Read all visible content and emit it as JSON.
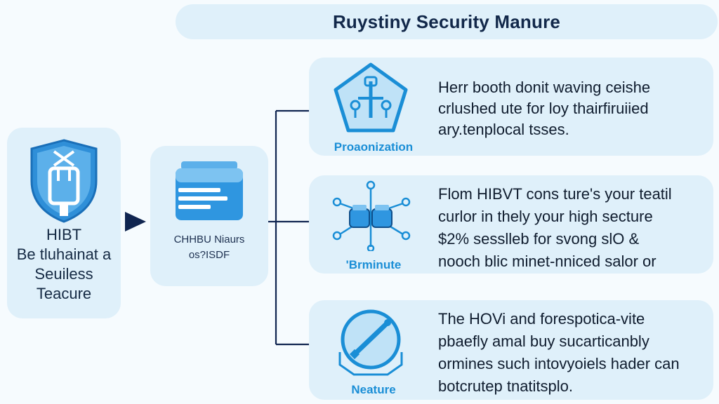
{
  "title": "Ruystiny Security Manure",
  "left_card": {
    "lines": [
      "HIBT",
      "Be tluhainat a",
      "Seuiless",
      "Teacure"
    ]
  },
  "mid_card": {
    "lines": [
      "CHHBU Niaurs",
      "os?ISDF"
    ]
  },
  "cards": [
    {
      "icon_name": "pentagon-tools-icon",
      "label": "Proaonization",
      "lines": [
        "Herr booth donit waving ceishe",
        "crlushed ute for loy thairfiruiied",
        "ary.tenplocal tsses."
      ]
    },
    {
      "icon_name": "network-hub-icon",
      "label": "'Brminute",
      "lines": [
        "Flom HIBVT cons ture's your teatil",
        "curlor in thely your high secture",
        "$2% sesslleb for svong slO &",
        "nooch blic minet-nniced salor or"
      ]
    },
    {
      "icon_name": "circle-key-icon",
      "label": "Neature",
      "lines": [
        "The HOVi and forespotica-vite",
        "pbaefly amal buy sucarticanbly",
        "ormines such intovyoiels hader can",
        "botcrutep tnatitsplo."
      ]
    }
  ],
  "colors": {
    "accent": "#1a8ed6",
    "card_bg": "#dff0fa",
    "arrow": "#102550",
    "shield": "#2f8fd8"
  }
}
